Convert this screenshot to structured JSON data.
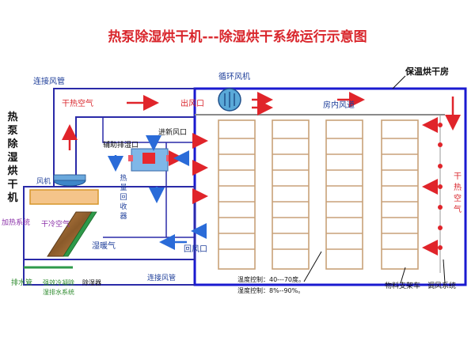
{
  "title": "热泵除湿烘干机---除湿烘干系统运行示意图",
  "labels": {
    "lianjie_fengguan_top": "连接风管",
    "xunhuan_fengji": "循环风机",
    "baowen_honggan_fang": "保温烘干房",
    "ganre_kongqi_top": "干热空气",
    "chufengkou": "出风口",
    "fangnei_fengdao": "房内风道",
    "left_vertical_title": [
      "热",
      "泵",
      "除",
      "湿",
      "烘",
      "干",
      "机"
    ],
    "jinxin_fengkou": "进新风口",
    "fuzhu_paishikou": "辅助排湿口",
    "fengji_left": "风机",
    "rekang_huishouqi": [
      "热",
      "量",
      "回",
      "收",
      "器"
    ],
    "ganre_kongqi_right": [
      "干",
      "热",
      "空",
      "气"
    ],
    "jiare_xitong": "加热系统",
    "ganleng_kongqi": "干冷空气",
    "shinuan_qi": "湿暖气",
    "huifengkou": "回风口",
    "paishuiguan": "排水管",
    "qiangxiao_lengning": "强效冷凝除",
    "shi_paishui_xitong": "湿排水系统",
    "chushiqi": "除湿器",
    "lianjie_fengguan_bottom": "连接风管",
    "wendu_kongzhi": "温度控制：40---70度。",
    "shidu_kongzhi": "湿度控制：8%--90%。",
    "wuliao_zhijiache": "物料支架车",
    "tiaofeng_xitong": "调风系统"
  },
  "colors": {
    "duct": "#2a2aa8",
    "room": "#1a1ad0",
    "arrow_red": "#e0242a",
    "arrow_blue": "#2a6bd8",
    "rack": "#c8a178",
    "heater": "#f4c48a",
    "recovery_box": "#7fb7e8"
  }
}
